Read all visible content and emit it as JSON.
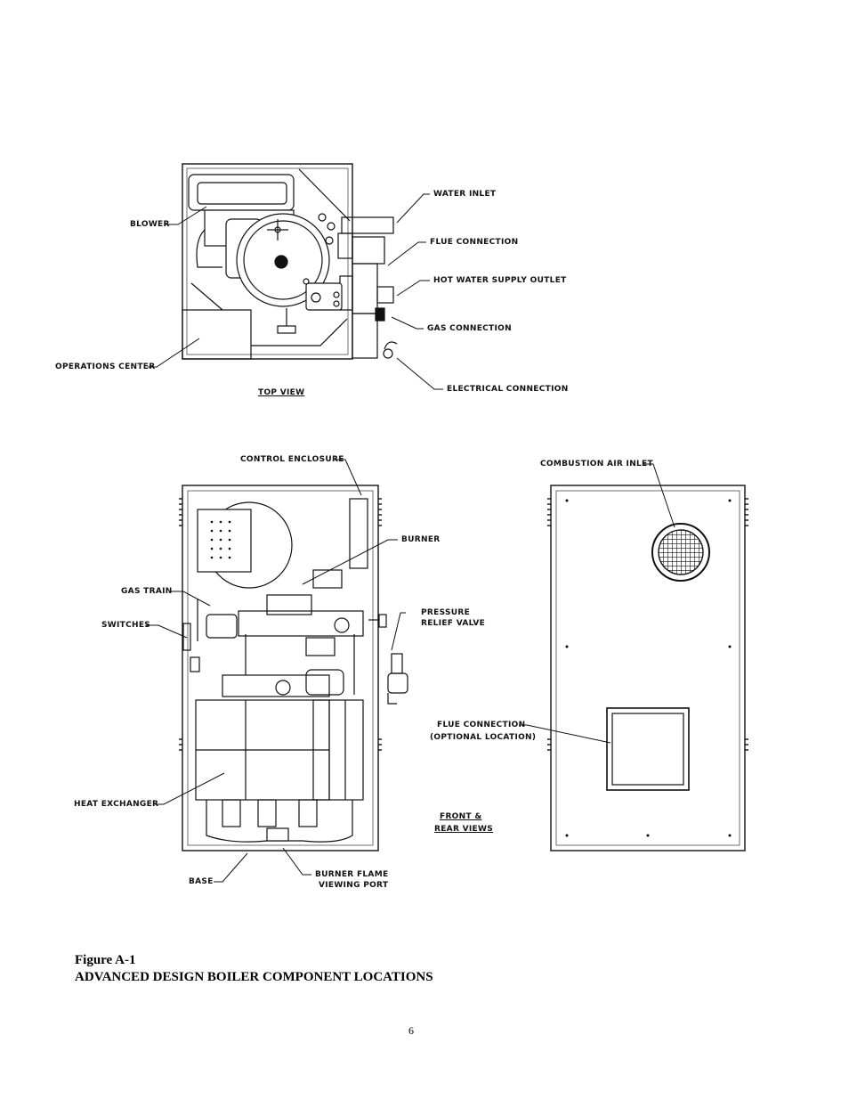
{
  "top_view": {
    "labels": {
      "blower": "BLOWER",
      "operations_center": "OPERATIONS CENTER",
      "water_inlet": "WATER INLET",
      "flue_connection": "FLUE CONNECTION",
      "hot_water_supply_outlet": "HOT WATER SUPPLY OUTLET",
      "gas_connection": "GAS CONNECTION",
      "electrical_connection": "ELECTRICAL CONNECTION"
    },
    "view_title": "TOP VIEW"
  },
  "front_view": {
    "labels": {
      "control_enclosure": "CONTROL ENCLOSURE",
      "burner": "BURNER",
      "gas_train": "GAS TRAIN",
      "switches": "SWITCHES",
      "pressure_relief_valve_1": "PRESSURE",
      "pressure_relief_valve_2": "RELIEF VALVE",
      "heat_exchanger": "HEAT EXCHANGER",
      "base": "BASE",
      "burner_flame_viewing_port_1": "BURNER FLAME",
      "burner_flame_viewing_port_2": "VIEWING PORT"
    }
  },
  "rear_view": {
    "labels": {
      "combustion_air_inlet": "COMBUSTION AIR INLET",
      "flue_connection_1": "FLUE CONNECTION",
      "flue_connection_2": "(OPTIONAL LOCATION)"
    },
    "view_title_1": "FRONT &",
    "view_title_2": "REAR VIEWS"
  },
  "caption": {
    "figure": "Figure A-1",
    "title": "ADVANCED DESIGN BOILER COMPONENT LOCATIONS"
  },
  "page_number": "6"
}
